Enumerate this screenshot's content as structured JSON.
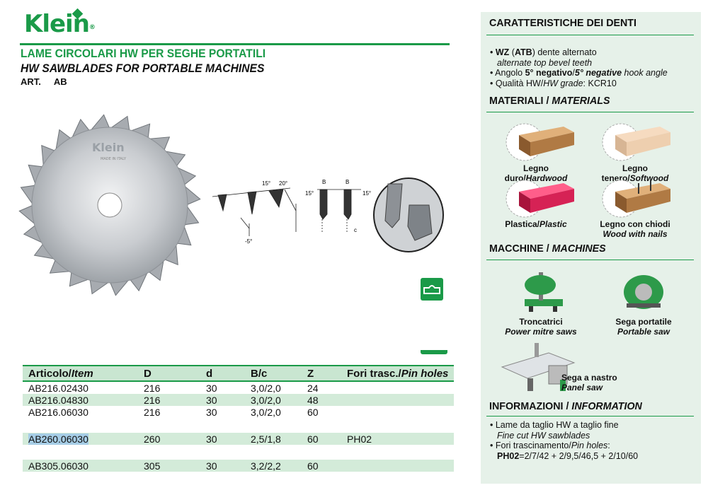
{
  "header": {
    "logo": "Klein",
    "logo_reg": "®",
    "title_it": "LAME CIRCOLARI HW PER SEGHE PORTATILI",
    "title_en": "HW SAWBLADES FOR PORTABLE MACHINES",
    "art_label": "ART.",
    "art_code": "AB"
  },
  "blade": {
    "brand": "Klein",
    "made_in": "MADE IN ITALY"
  },
  "diagram": {
    "angle_a": "15°",
    "angle_b": "20°",
    "angle_c": "15°",
    "angle_d": "15°",
    "neg": "-5°",
    "b1": "B",
    "b2": "B",
    "c": "c"
  },
  "table": {
    "headers": [
      {
        "plain": "Articolo/",
        "italic": "Item"
      },
      {
        "plain": "D",
        "italic": ""
      },
      {
        "plain": "d",
        "italic": ""
      },
      {
        "plain": "B/c",
        "italic": ""
      },
      {
        "plain": "Z",
        "italic": ""
      },
      {
        "plain": "Fori trasc./",
        "italic": "Pin holes"
      }
    ],
    "rows": [
      {
        "item": "AB216.02430",
        "D": "216",
        "d": "30",
        "bc": "3,0/2,0",
        "z": "24",
        "pin": ""
      },
      {
        "item": "AB216.04830",
        "D": "216",
        "d": "30",
        "bc": "3,0/2,0",
        "z": "48",
        "pin": ""
      },
      {
        "item": "AB216.06030",
        "D": "216",
        "d": "30",
        "bc": "3,0/2,0",
        "z": "60",
        "pin": ""
      },
      {
        "item": "AB260.06030",
        "D": "260",
        "d": "30",
        "bc": "2,5/1,8",
        "z": "60",
        "pin": "PH02"
      },
      {
        "item": "AB305.06030",
        "D": "305",
        "d": "30",
        "bc": "3,2/2,2",
        "z": "60",
        "pin": ""
      }
    ]
  },
  "panel": {
    "teeth_title": "CARATTERISTICHE DEI DENTI",
    "teeth": [
      {
        "b": "WZ",
        "t1": " (",
        "b2": "ATB",
        "t2": ") dente alternato",
        "i": "alternate top bevel teeth"
      },
      {
        "t1": "Angolo ",
        "b": "5° negativo",
        "t2": "/",
        "bi": "5° negative",
        "ti": " hook angle"
      },
      {
        "t1": "Qualità HW/",
        "i": "HW grade",
        "t2": ": KCR10"
      }
    ],
    "materials_title_it": "MATERIALI / ",
    "materials_title_en": "MATERIALS",
    "materials": [
      {
        "it": "Legno duro/",
        "en": "Hardwood"
      },
      {
        "it": "Legno tenero/",
        "en": "Softwood"
      },
      {
        "it": "Plastica/",
        "en": "Plastic"
      },
      {
        "it": "Legno con chiodi",
        "en": "Wood with nails"
      }
    ],
    "machines_title_it": "MACCHINE / ",
    "machines_title_en": "MACHINES",
    "machines": [
      {
        "it": "Troncatrici",
        "en": "Power mitre saws"
      },
      {
        "it": "Sega portatile",
        "en": "Portable saw"
      },
      {
        "it": "Sega a nastro",
        "en": "Panel saw"
      }
    ],
    "info_title_it": "INFORMAZIONI / ",
    "info_title_en": "INFORMATION",
    "info": [
      {
        "t": "Lame da taglio HW a taglio fine",
        "i": "Fine cut HW sawblades"
      },
      {
        "t": "Fori trascinamento/",
        "i2": "Pin holes",
        ":": ":",
        "b": "PH02",
        "rest": "=2/7/42 + 2/9,5/46,5 + 2/10/60"
      }
    ]
  },
  "colors": {
    "brand": "#1a9a48",
    "panel": "#e6f1e9",
    "row": "#d3ebd9",
    "select": "#a6cde6"
  }
}
